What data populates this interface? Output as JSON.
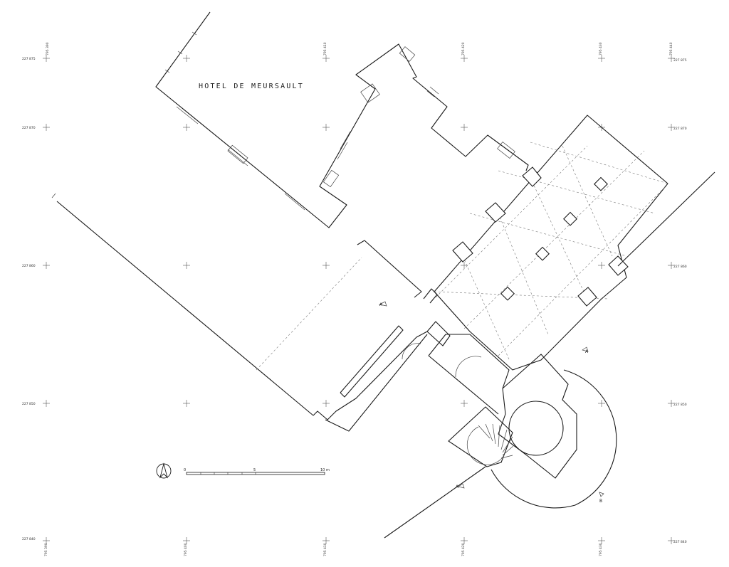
{
  "drawing": {
    "building_label": "HOTEL DE MEURSAULT"
  },
  "grid": {
    "left_labels": [
      "227 875",
      "227 870",
      "227 860",
      "227 850",
      "227 840"
    ],
    "right_labels": [
      "227 875",
      "227 870",
      "227 860",
      "227 850",
      "227 840"
    ],
    "top_labels": [
      "795 390",
      "795 410",
      "795 420",
      "795 430",
      "795 440"
    ],
    "bottom_labels": [
      "795 390",
      "795 400",
      "795 410",
      "795 420",
      "795 430"
    ]
  },
  "scale_bar": {
    "labels": [
      "0",
      "5",
      "10 m"
    ]
  },
  "section_marks": {
    "a": "A",
    "b": "B"
  }
}
